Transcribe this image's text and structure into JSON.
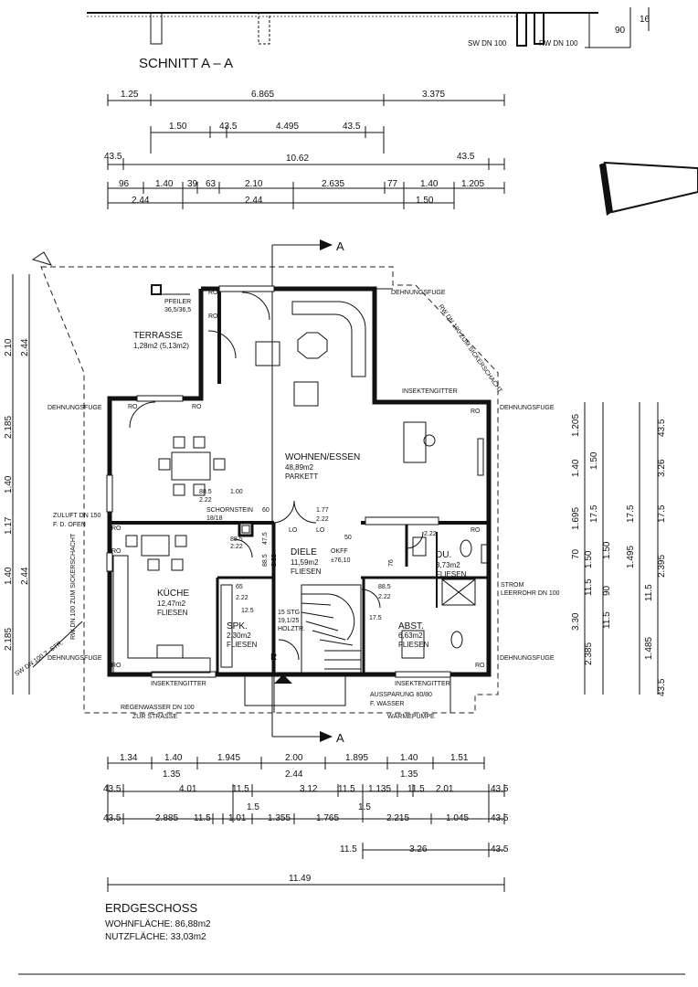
{
  "section_title": "SCHNITT A – A",
  "section_labels": {
    "sw": "SW DN 100",
    "rw": "RW DN 100",
    "h90": "90",
    "h16": "16"
  },
  "dims_top": {
    "r1": [
      "1.25",
      "6.865",
      "3.375"
    ],
    "r2": [
      "1.50",
      "43.5",
      "4.495",
      "43.5"
    ],
    "r3": [
      "43.5",
      "10.62",
      "43.5"
    ],
    "r4": [
      "96",
      "1.40",
      "39",
      "63",
      "2.10",
      "2.635",
      "77",
      "1.40",
      "1.205"
    ],
    "r5": [
      "2.44",
      "2.44",
      "1.50"
    ]
  },
  "section_marker": "A",
  "rooms": {
    "terrasse": {
      "name": "TERRASSE",
      "area": "1,28m2 (5,13m2)"
    },
    "wohnen": {
      "name": "WOHNEN/ESSEN",
      "area": "48,89m2",
      "floor": "PARKETT"
    },
    "diele": {
      "name": "DIELE",
      "area": "11,59m2",
      "floor": "FLIESEN"
    },
    "kueche": {
      "name": "KÜCHE",
      "area": "12,47m2",
      "floor": "FLIESEN"
    },
    "spk": {
      "name": "SPK.",
      "area": "2,30m2",
      "floor": "FLIESEN"
    },
    "du": {
      "name": "DU.",
      "area": "3,73m2",
      "floor": "FLIESEN"
    },
    "abst": {
      "name": "ABST.",
      "area": "6,63m2",
      "floor": "FLIESEN"
    }
  },
  "labels": {
    "pfeiler": "PFEILER",
    "pfeiler_dim": "36,5/36,5",
    "dehnungsfuge": "DEHNUNGSFUGE",
    "insektengitter": "INSEKTENGITTER",
    "rw_sicker": "RW DN 100 ZUM SICKERSCHACHT",
    "schornstein": "SCHORNSTEIN",
    "schornstein_dim": "18/18",
    "zuluft": "ZULUFT DN 150",
    "fd_ofen": "F. D. OFEN",
    "ro": "RO",
    "lo": "LO",
    "strom": "STROM",
    "leerrohr": "LEERROHR DN 100",
    "stg": "15 STG",
    "stg_dim": "19,1/25",
    "holztr": "HOLZTR.",
    "okff": "OKFF",
    "okff_val": "±76,10",
    "regenwasser": "REGENWASSER DN 100",
    "zur_strasse": "ZUR STRASSE",
    "aussparung": "AUSSPARUNG 80/80",
    "f_wasser": "F. WASSER",
    "waermepumpe": "WÄRMEPUMPE",
    "sw_strasse": "SW DN 100 Z. STR.",
    "r": "R",
    "d_88": "88.5",
    "d_222": "2.22",
    "d_100": "1.00",
    "d_60": "60",
    "d_177": "1.77",
    "d_475": "47.5",
    "d_65": "65",
    "d_125": "12.5",
    "d_76": "76",
    "d_50": "50",
    "d_175": "17.5"
  },
  "dims_right": {
    "c1": [
      "1.205",
      "1.40",
      "1.695",
      "70",
      "1.50",
      "11.5",
      "2.385"
    ],
    "c2": [
      "1.50",
      "17.5",
      "1.50",
      "3.30"
    ],
    "c3": [
      "17.5",
      "1.495",
      "90",
      "11.5"
    ],
    "c4": [
      "43.5",
      "3.26",
      "17.5",
      "2.395",
      "11.5",
      "1.485",
      "43.5"
    ]
  },
  "dims_left": [
    "2.10",
    "2.44",
    "2.185",
    "1.40",
    "1.17",
    "1.40",
    "2.44",
    "2.185"
  ],
  "dims_bottom": {
    "r1": [
      "1.34",
      "1.40",
      "1.945",
      "2.00",
      "1.895",
      "1.40",
      "1.51"
    ],
    "r1b": [
      "1.35",
      "2.44",
      "1.35"
    ],
    "r2": [
      "43.5",
      "4.01",
      "11.5",
      "3.12",
      "11.5",
      "1.135",
      "11.5",
      "2.01",
      "43.5"
    ],
    "r2b": [
      "1.5",
      "1.5"
    ],
    "r3": [
      "43.5",
      "2.885",
      "11.5",
      "1.01",
      "1.355",
      "1.765",
      "2.215",
      "1.045",
      "43.5"
    ],
    "r4": [
      "11.5",
      "3.26",
      "43.5"
    ],
    "total": "11.49"
  },
  "footer": {
    "title": "ERDGESCHOSS",
    "wohnflaeche": "WOHNFLÄCHE: 86,88m2",
    "nutzflaeche": "NUTZFLÄCHE: 33,03m2"
  }
}
